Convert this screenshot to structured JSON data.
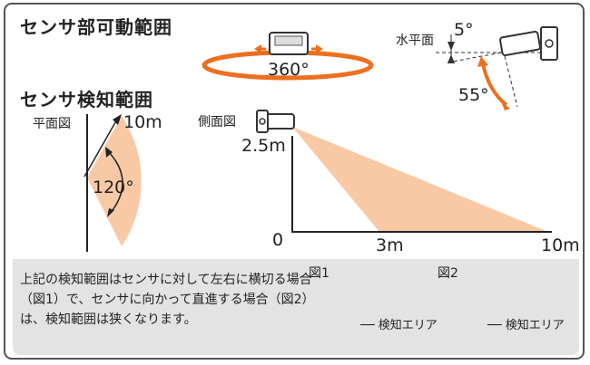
{
  "section1": {
    "title": "センサ部可動範囲"
  },
  "section2": {
    "title": "センサ検知範囲"
  },
  "rotation": {
    "angle": "360°"
  },
  "tilt": {
    "horizontal_label": "水平面",
    "up_angle": "5°",
    "down_angle": "55°"
  },
  "plan": {
    "label": "平面図",
    "distance": "10m",
    "angle": "120°"
  },
  "side": {
    "label": "側面図",
    "height": "2.5m",
    "origin": "0",
    "near": "3m",
    "far": "10m"
  },
  "note": {
    "text": "上記の検知範囲はセンサに対して左右に横切る場合（図1）で、センサに向かって直進する場合（図2）は、検知範囲は狭くなります。",
    "fig1_label": "図1",
    "fig2_label": "図2",
    "area_label_1": "── 検知エリア",
    "area_label_2": "── 検知エリア"
  },
  "colors": {
    "area": "#f8c9a4",
    "arrow": "#ee6f1f",
    "line": "#222222"
  }
}
